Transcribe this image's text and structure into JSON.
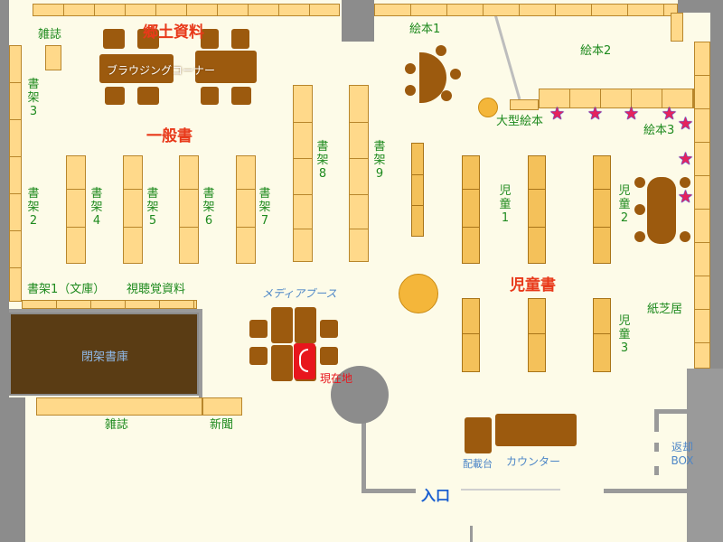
{
  "map": {
    "labels": {
      "kyodo_shiryo": "郷土資料",
      "zasshi_top": "雑誌",
      "browsing_corner": "ブラウジングコーナー",
      "ippansho": "一般書",
      "ehon1": "絵本1",
      "ehon2": "絵本2",
      "ehon3": "絵本3",
      "ogata_ehon": "大型絵本",
      "shoka1_bunko": "書架1（文庫）",
      "shichokaku": "視聴覚資料",
      "shoka2": "書架2",
      "shoka3": "書架3",
      "shoka4": "書架4",
      "shoka5": "書架5",
      "shoka6": "書架6",
      "shoka7": "書架7",
      "shoka8": "書架8",
      "shoka9": "書架9",
      "jido1": "児童1",
      "jido2": "児童2",
      "jido3": "児童3",
      "jidosho": "児童書",
      "kamishibai": "紙芝居",
      "media_booth": "メディアブース",
      "heika_shoko": "閉架書庫",
      "genzaichi": "現在地",
      "zasshi_bottom": "雑誌",
      "shinbun": "新聞",
      "haisai_dai": "配載台",
      "counter": "カウンター",
      "iriguchi": "入口",
      "henkyaku_box": "返却BOX"
    },
    "markers": [
      {
        "symbol": "★"
      },
      {
        "symbol": "★"
      },
      {
        "symbol": "★"
      },
      {
        "symbol": "★"
      },
      {
        "symbol": "★"
      },
      {
        "symbol": "★"
      },
      {
        "symbol": "★"
      }
    ],
    "colors": {
      "floor": "#fdfbe8",
      "shelf": "#ffd98a",
      "children_shelf": "#f4c15a",
      "furniture": "#9c5a0e",
      "closed_stack": "#5a3c14",
      "wall": "#8c8c8c",
      "heading_red": "#e8391a",
      "label_green": "#1e8a1e",
      "label_blue": "#4d86c7",
      "current_location": "#e8161d",
      "star_fill": "#e4235e",
      "star_outline": "#1a1ad0"
    }
  }
}
